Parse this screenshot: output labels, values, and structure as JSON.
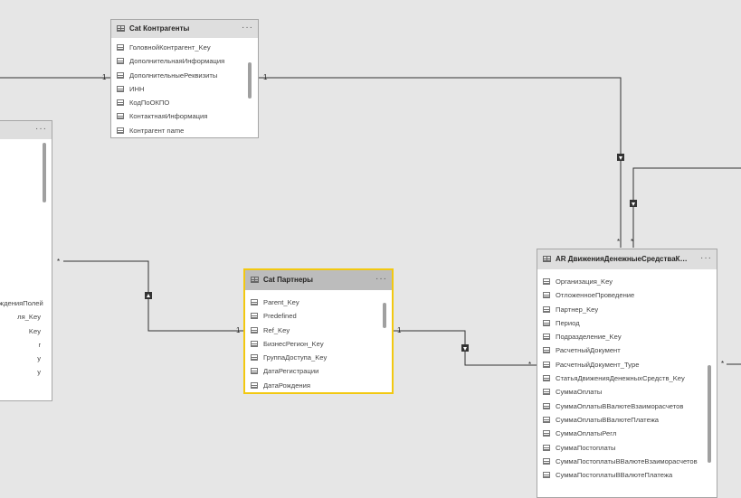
{
  "tables": {
    "agents": {
      "title": "Cat Контрагенты",
      "fields": [
        "ГоловнойКонтрагент_Key",
        "ДополнительнаяИнформация",
        "ДополнительныеРеквизиты",
        "ИНН",
        "КодПоОКПО",
        "КонтактнаяИнформация",
        "Контрагент name"
      ]
    },
    "left": {
      "title": "",
      "fields": [
        "жденияПолей",
        "ля_Key",
        "Key",
        "r",
        "y",
        "y"
      ]
    },
    "partners": {
      "title": "Cat Партнеры",
      "fields": [
        "Parent_Key",
        "Predefined",
        "Ref_Key",
        "БизнесРегион_Key",
        "ГруппаДоступа_Key",
        "ДатаРегистрации",
        "ДатаРождения"
      ]
    },
    "ar": {
      "title": "AR ДвиженияДенежныеСредстваКон...",
      "fields": [
        "Организация_Key",
        "ОтложенноеПроведение",
        "Партнер_Key",
        "Период",
        "Подразделение_Key",
        "РасчетныйДокумент",
        "РасчетныйДокумент_Type",
        "СтатьяДвиженияДенежныхСредств_Key",
        "СуммаОплаты",
        "СуммаОплатыВВалютеВзаиморасчетов",
        "СуммаОплатыВВалютеПлатежа",
        "СуммаОплатыРегл",
        "СуммаПостоплаты",
        "СуммаПостоплатыВВалютеВзаиморасчетов",
        "СуммаПостоплатыВВалютеПлатежа"
      ]
    }
  },
  "cardinality": {
    "agents_left_one": "1",
    "agents_right_one": "1",
    "left_many": "*",
    "partners_left_one": "1",
    "partners_right_one": "1",
    "ar_many_left": "*",
    "ar_many_top_a": "*",
    "ar_many_top_b": "*",
    "ar_many_right": "*"
  },
  "more_glyph": "···",
  "colors": {
    "canvas": "#e6e6e6",
    "selected_border": "#f2c811",
    "line": "#333333"
  }
}
